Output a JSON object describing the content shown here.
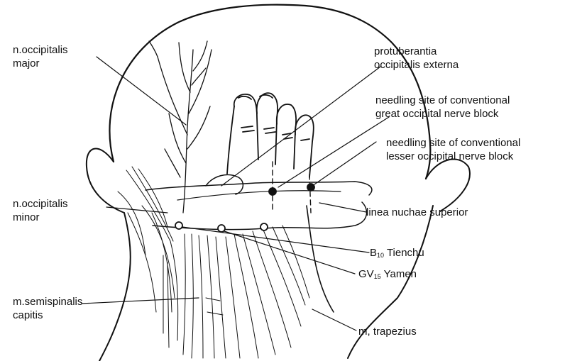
{
  "labels": {
    "n_occipitalis_major": [
      "n.occipitalis",
      "major"
    ],
    "n_occipitalis_minor": [
      "n.occipitalis",
      "minor"
    ],
    "m_semispinalis_capitis": [
      "m.semispinalis",
      "capitis"
    ],
    "protuberantia": [
      "protuberantia",
      "occipitalis externa"
    ],
    "great_block": [
      "needling site of conventional",
      "great occipital nerve block"
    ],
    "lesser_block": [
      "needling site of conventional",
      "lesser occipital nerve block"
    ],
    "linea_nuchae": "linea nuchae superior",
    "b10": {
      "prefix": "B",
      "sub": "10",
      "name": "Tienchu"
    },
    "gv15": {
      "prefix": "GV",
      "sub": "15",
      "name": "Yamen"
    },
    "m_trapezius": "m, trapezius"
  },
  "colors": {
    "ink": "#111111",
    "paper": "#ffffff"
  }
}
